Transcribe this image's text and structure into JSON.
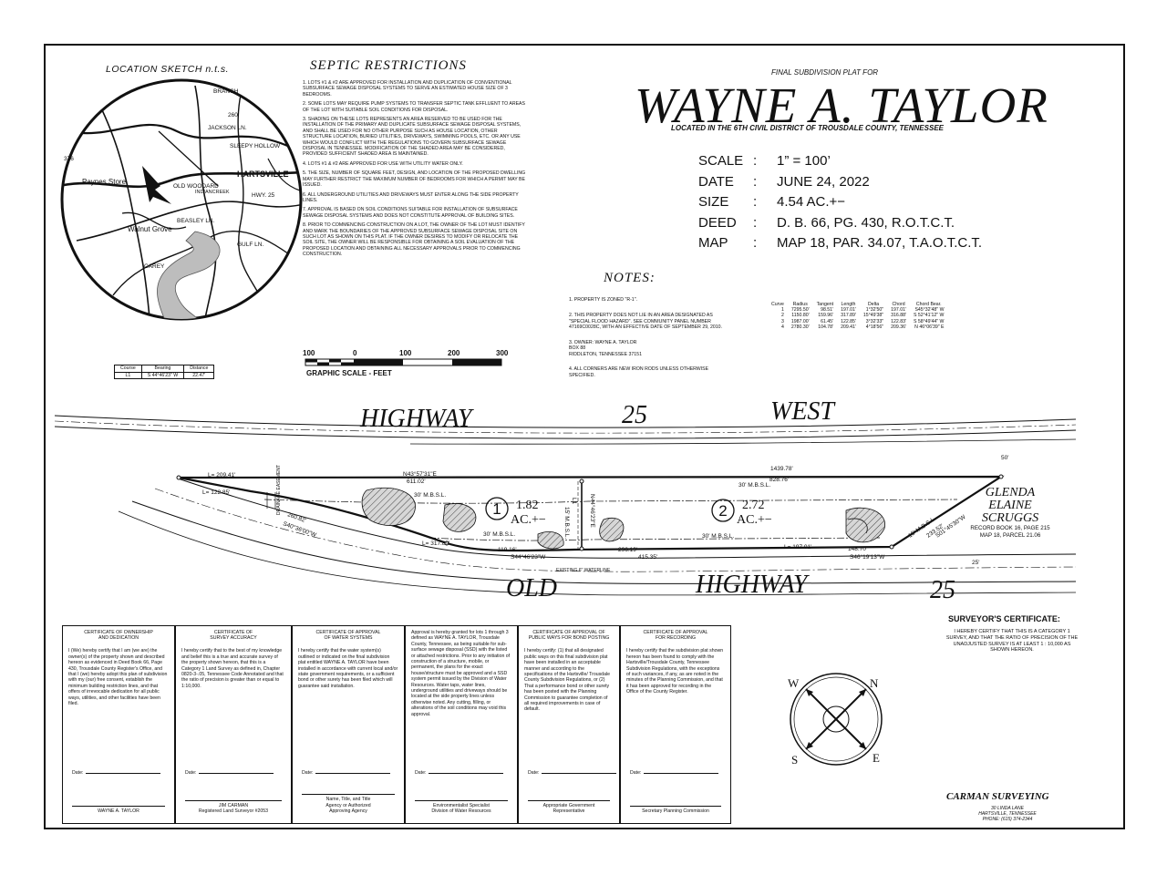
{
  "location_sketch": {
    "title": "LOCATION SKETCH   n.t.s.",
    "labels": [
      "BRANCH",
      "JACKSON LN.",
      "SLEEPY HOLLOW",
      "HARTSVILLE",
      "OLD WOODARD",
      "HWY. 25",
      "Paynes Store",
      "Walnut Grove",
      "BEASLEY LN.",
      "GULF LN.",
      "CAREY",
      "INDIANCREEK",
      "376",
      "260"
    ]
  },
  "septic": {
    "title": "SEPTIC RESTRICTIONS",
    "items": [
      "1.  LOTS #1 & #2 ARE APPROVED FOR INSTALLATION AND DUPLICATION OF CONVENTIONAL SUBSURFACE SEWAGE DISPOSAL SYSTEMS TO SERVE AN ESTIMATED HOUSE SIZE OF 3 BEDROOMS.",
      "2.  SOME LOTS MAY REQUIRE PUMP SYSTEMS TO TRANSFER SEPTIC TANK EFFLUENT TO AREAS OF THE LOT WITH SUITABLE SOIL CONDITIONS FOR DISPOSAL.",
      "3.  SHADING ON THESE LOTS REPRESENTS AN AREA RESERVED TO BE USED FOR THE INSTALLATION OF THE PRIMARY AND DUPLICATE SUBSURFACE SEWAGE DISPOSAL SYSTEMS, AND SHALL BE USED FOR NO OTHER PURPOSE SUCH AS HOUSE LOCATION, OTHER STRUCTURE LOCATION, BURIED UTILITIES, DRIVEWAYS, SWIMMING POOLS, ETC. OR ANY USE WHICH WOULD CONFLICT WITH THE REGULATIONS TO GOVERN SUBSURFACE SEWAGE DISPOSAL IN TENNESSEE. MODIFICATION OF THE SHADED AREA MAY BE CONSIDERED, PROVIDED SUFFICIENT SHADED AREA IS MAINTAINED.",
      "4.  LOTS #1 & #2 ARE APPROVED FOR USE WITH UTILITY WATER ONLY.",
      "5.  THE SIZE, NUMBER OF SQUARE FEET, DESIGN, AND LOCATION OF THE PROPOSED DWELLING MAY FURTHER RESTRICT THE MAXIMUM NUMBER OF BEDROOMS FOR WHICH A PERMIT MAY BE ISSUED.",
      "6.  ALL UNDERGROUND UTILITIES AND DRIVEWAYS MUST ENTER ALONG THE SIDE PROPERTY LINES.",
      "7.  APPROVAL IS BASED ON SOIL CONDITIONS SUITABLE FOR INSTALLATION OF SUBSURFACE SEWAGE DISPOSAL SYSTEMS AND DOES NOT CONSTITUTE APPROVAL OF BUILDING SITES.",
      "8.  PRIOR TO COMMENCING CONSTRUCTION ON A LOT, THE OWNER OF THE LOT MUST IDENTIFY AND MARK THE BOUNDARIES OF THE APPROVED SUBSURFACE SEWAGE DISPOSAL SITE ON SUCH LOT AS SHOWN ON THIS PLAT. IF THE OWNER DESIRES TO MODIFY OR RELOCATE THE SOIL SITE, THE OWNER WILL BE RESPONSIBLE FOR OBTAINING A SOIL EVALUATION OF THE PROPOSED LOCATION AND OBTAINING ALL NECESSARY APPROVALS PRIOR TO COMMENCING CONSTRUCTION."
    ]
  },
  "header": {
    "plat_for": "FINAL SUBDIVISION PLAT FOR",
    "title": "WAYNE A. TAYLOR",
    "subtitle": "LOCATED IN THE 6TH CIVIL DISTRICT OF TROUSDALE COUNTY, TENNESSEE"
  },
  "info": [
    {
      "k": "SCALE",
      "v": "1” = 100’"
    },
    {
      "k": "DATE",
      "v": "JUNE 24, 2022"
    },
    {
      "k": "SIZE",
      "v": "4.54 AC.+−"
    },
    {
      "k": "DEED",
      "v": "D. B. 66, PG. 430, R.O.T.C.T."
    },
    {
      "k": "MAP",
      "v": "MAP 18, PAR. 34.07, T.A.O.T.C.T."
    }
  ],
  "notes": {
    "title": "NOTES:",
    "items": [
      "1.  PROPERTY IS ZONED \"R-1\".",
      "2.  THIS PROPERTY DOES NOT LIE IN AN AREA DESIGNATED AS \"SPECIAL FLOOD HAZARD\". SEE COMMUNITY PANEL NUMBER 47169C0028C, WITH AN EFFECTIVE DATE OF SEPTEMBER 29, 2010.",
      "3.  OWNER:   WAYNE A. TAYLOR\n             BOX 88\n             RIDDLETON, TENNESSEE  37151",
      "4.  ALL CORNERS ARE NEW IRON RODS UNLESS OTHERWISE SPECIFIED."
    ]
  },
  "curve_table": {
    "headers": [
      "Curve",
      "Radius",
      "Tangent",
      "Length",
      "Delta",
      "Chord",
      "Chord Bear."
    ],
    "rows": [
      [
        "1",
        "7295.50'",
        "98.51'",
        "197.01'",
        "1°32'50\"",
        "197.01'",
        "S45°32'48\" W"
      ],
      [
        "2",
        "1150.80'",
        "159.96'",
        "317.89'",
        "15°49'38\"",
        "316.88'",
        "S 52°41'12\" W"
      ],
      [
        "3",
        "1987.00'",
        "61.45'",
        "122.85'",
        "3°32'33\"",
        "122.83'",
        "S 58°49'44\" W"
      ],
      [
        "4",
        "2780.30'",
        "104.78'",
        "209.41'",
        "4°18'56\"",
        "209.36'",
        "N 46°06'39\" E"
      ]
    ]
  },
  "course_table": {
    "headers": [
      "Course",
      "Bearing",
      "Distance"
    ],
    "rows": [
      [
        "L1",
        "S 44°46'23\" W",
        "22.47'"
      ]
    ]
  },
  "graphic_scale": {
    "ticks": [
      "100",
      "0",
      "100",
      "200",
      "300"
    ],
    "label": "GRAPHIC SCALE - FEET"
  },
  "plat": {
    "road_top": [
      "HIGHWAY",
      "25",
      "WEST"
    ],
    "road_bottom": [
      "OLD",
      "HIGHWAY",
      "25"
    ],
    "lot1": {
      "num": "1",
      "area": "1.82",
      "unit": "AC.+−"
    },
    "lot2": {
      "num": "2",
      "area": "2.72",
      "unit": "AC.+−"
    },
    "dims": {
      "l209": "L= 209.41'",
      "l122": "L= 122.85'",
      "n43": "N43°57'31\"E",
      "d611": "611.02'",
      "d1439": "1439.78'",
      "d828": "828.76'",
      "mbsl30": "30' M.B.S.L.",
      "mbsl30b": "30' M.B.S.L.",
      "d260": "260.82'",
      "s40": "S40°36'00\"W",
      "l317": "L= 317.89'",
      "d119": "119.16'",
      "s44": "S44°46'23\"W",
      "d296": "296.19'",
      "d415": "415.35'",
      "l197": "L= 197.01'",
      "d148": "148.70'",
      "s46": "S46°19'13\"W",
      "d50": "50'",
      "d25": "25'",
      "d15": "15' M.B.S.L.",
      "d233": "233.52'",
      "s01": "S01°45'30\"W",
      "waterline": "EXISTING 6\" WATERLINE",
      "drainage": "DRAINAGE EASEMENT",
      "l1": "L1",
      "n44": "N44°46'23\"E",
      "d15a": "15' M.B.S.L."
    }
  },
  "neighbor": {
    "name_lines": [
      "GLENDA",
      "ELAINE",
      "SCRUGGS"
    ],
    "record": "RECORD BOOK 16, PAGE 215",
    "map": "MAP 18, PARCEL 21.06"
  },
  "certs": [
    {
      "title": "CERTIFICATE OF OWNERSHIP\nAND DEDICATION",
      "body": "I (We) hereby certify that I am (we are) the owner(s) of the property shown and described hereon as evidenced in Deed Book 66, Page 430, Trousdale County Register's Office, and that I (we) hereby adopt this plan of subdivision with my (our) free consent, establish the minimum building restriction lines, and that offers of irrevocable dedication for all public ways, utilities, and other facilities have been filed.",
      "date": "Date:",
      "sig": "WAYNE A. TAYLOR"
    },
    {
      "title": "CERTIFICATE OF\nSURVEY ACCURACY",
      "body": "I hereby certify that to the best of my knowledge and belief this is a true and accurate survey of the property shown hereon, that this is a Category 1 Land Survey as defined in, Chapter 0820-3-.05, Tennessee Code Annotated and that the ratio of precision is greater than or equal to 1:10,000.",
      "date": "Date:",
      "sig": "JIM CARMAN\nRegistered Land Surveyor #2053"
    },
    {
      "title": "CERTIFICATE OF APPROVAL\nOF WATER SYSTEMS",
      "body": "I hereby certify that the water system(s) outlined or indicated on the final subdivision plat entitled WAYNE A. TAYLOR have been installed in accordance with current local and/or state government requirements, or a sufficient bond or other surety has been filed which will guarantee said installation.",
      "date": "Date:",
      "sig": "Name, Title, and Title\nAgency or Authorized\nApproving Agency"
    },
    {
      "title": "",
      "body": "Approval is hereby granted for lots 1 through 3 defined as WAYNE A. TAYLOR, Trousdale County, Tennessee, as being suitable for sub-surface sewage disposal (SSD) with the listed or attached restrictions. Prior to any initiation of construction of a structure, mobile, or permanent, the plans for the exact house/structure must be approved and a SSD system permit issued by the Division of Water Resources. Water taps, water lines, underground utilities and driveways should be located at the side property lines unless otherwise noted. Any cutting, filling, or alterations of the soil conditions may void this approval.",
      "date": "Date:",
      "sig": "Environmentalist Specialist\nDivision of Water Resources"
    },
    {
      "title": "CERTIFICATE OF APPROVAL OF\nPUBLIC WAYS FOR BOND POSTING",
      "body": "I hereby certify: (1) that all designated public ways on this final subdivision plat have been installed in an acceptable manner and according to the specifications of the Hartsville/ Trousdale County Subdivision Regulations, or (2) That a performance bond or other surety has been posted with the Planning Commission to guarantee completion of all required improvements in case of default.",
      "date": "Date:",
      "sig": "Appropriate Government\nRepresentative"
    },
    {
      "title": "CERTIFICATE OF APPROVAL\nFOR RECORDING",
      "body": "I hereby certify that the subdivision plat shown hereon has been found to comply with the Hartsville/Trousdale County, Tennessee Subdivision Regulations, with the exceptions of such variances, if any, as are noted in the minutes of the Planning Commission, and that it has been approved for recording in the Office of the County Register.",
      "date": "Date:",
      "sig": "Secretary Planning Commission"
    }
  ],
  "surveyor": {
    "title": "SURVEYOR'S CERTIFICATE:",
    "body": "I HEREBY CERTIFY THAT THIS IS A CATEGORY 1 SURVEY, AND THAT THE RATIO OF PRECISION OF THE UNADJUSTED SURVEY IS AT LEAST 1 : 10,000 AS SHOWN HEREON."
  },
  "compass": {
    "n": "N",
    "e": "E",
    "s": "S",
    "w": "W"
  },
  "company": {
    "name": "CARMAN SURVEYING",
    "address": "30 LINDA LANE\nHARTSVILLE, TENNESSEE\nPHONE: (615) 374-2344"
  }
}
